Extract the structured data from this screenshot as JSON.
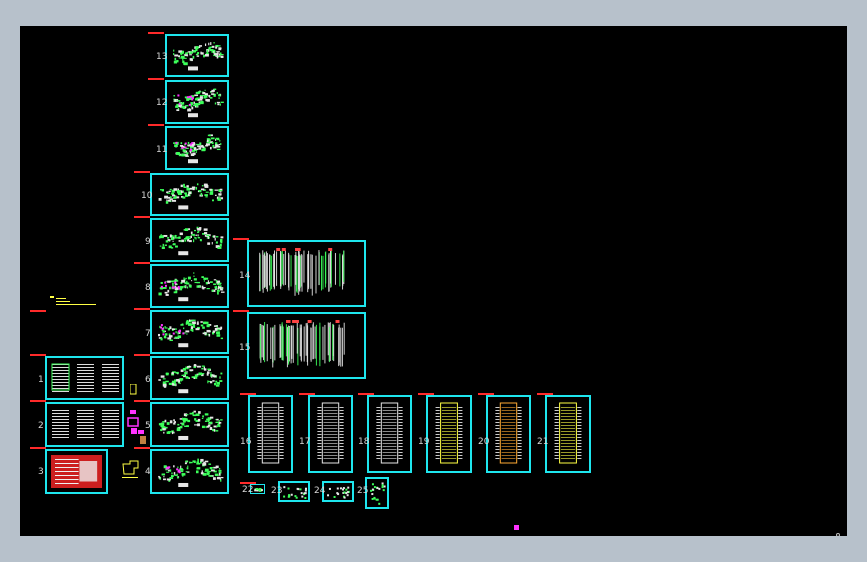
{
  "window": {
    "title": "",
    "background_color": "#b7c1cb",
    "canvas_color": "#000000"
  },
  "colors": {
    "frame": "#1ee6ee",
    "label": "#d8d8d8",
    "tag": "#ff2a2a",
    "magenta": "#ff33ff",
    "green": "#3cff5a",
    "yellow": "#ffff44"
  },
  "sheets": [
    {
      "id": "sheet-13",
      "label": "13",
      "kind": "plan"
    },
    {
      "id": "sheet-12",
      "label": "12",
      "kind": "plan"
    },
    {
      "id": "sheet-11",
      "label": "11",
      "kind": "plan"
    },
    {
      "id": "sheet-10",
      "label": "10",
      "kind": "plan"
    },
    {
      "id": "sheet-9",
      "label": "9",
      "kind": "plan"
    },
    {
      "id": "sheet-8",
      "label": "8",
      "kind": "plan"
    },
    {
      "id": "sheet-7",
      "label": "7",
      "kind": "plan"
    },
    {
      "id": "sheet-6",
      "label": "6",
      "kind": "plan"
    },
    {
      "id": "sheet-5",
      "label": "5",
      "kind": "plan"
    },
    {
      "id": "sheet-4",
      "label": "4",
      "kind": "plan"
    },
    {
      "id": "sheet-1",
      "label": "1",
      "kind": "notes"
    },
    {
      "id": "sheet-2",
      "label": "2",
      "kind": "notes"
    },
    {
      "id": "sheet-3",
      "label": "3",
      "kind": "cover"
    },
    {
      "id": "sheet-14",
      "label": "14",
      "kind": "elevation"
    },
    {
      "id": "sheet-15",
      "label": "15",
      "kind": "elevation"
    },
    {
      "id": "sheet-16",
      "label": "16",
      "kind": "tower"
    },
    {
      "id": "sheet-17",
      "label": "17",
      "kind": "tower"
    },
    {
      "id": "sheet-18",
      "label": "18",
      "kind": "tower"
    },
    {
      "id": "sheet-19",
      "label": "19",
      "kind": "tower"
    },
    {
      "id": "sheet-20",
      "label": "20",
      "kind": "tower"
    },
    {
      "id": "sheet-21",
      "label": "21",
      "kind": "tower"
    },
    {
      "id": "sheet-22",
      "label": "22",
      "kind": "detail"
    },
    {
      "id": "sheet-23",
      "label": "23",
      "kind": "detail"
    },
    {
      "id": "sheet-24",
      "label": "24",
      "kind": "detail"
    },
    {
      "id": "sheet-25",
      "label": "25",
      "kind": "detail"
    }
  ]
}
